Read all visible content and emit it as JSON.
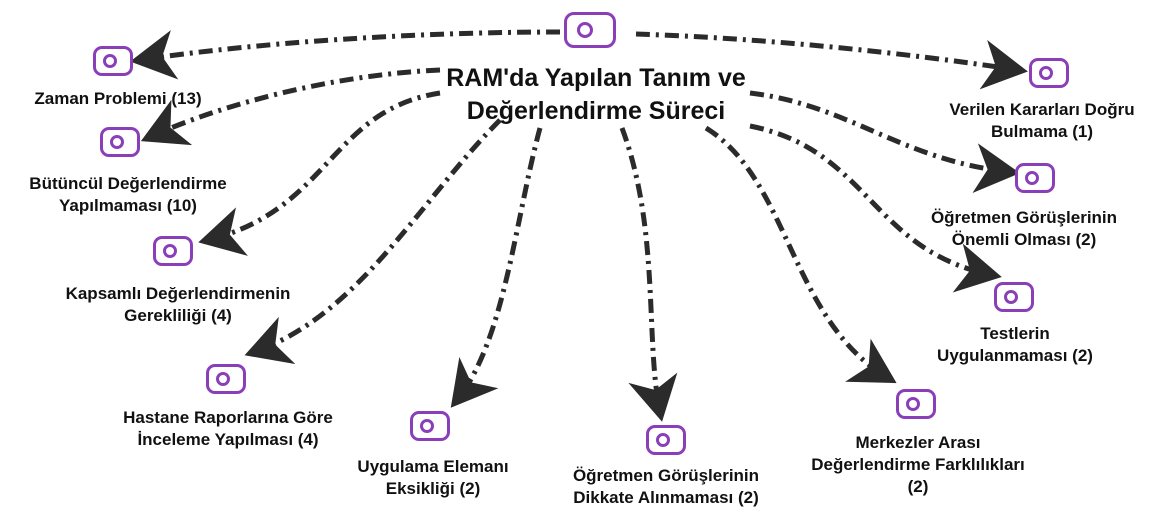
{
  "diagram": {
    "center": {
      "title_line1": "RAM'da Yapılan Tanım ve",
      "title_line2": "Değerlendirme Süreci",
      "icon": "tag-circle-icon"
    },
    "nodes": [
      {
        "id": "zaman",
        "lines": [
          "Zaman Problemi  (13)"
        ],
        "icon": "tag-circle-icon"
      },
      {
        "id": "butuncul",
        "lines": [
          "Bütüncül Değerlendirme",
          "Yapılmaması (10)"
        ],
        "icon": "tag-circle-icon"
      },
      {
        "id": "kapsamli",
        "lines": [
          "Kapsamlı Değerlendirmenin",
          "Gerekliliği (4)"
        ],
        "icon": "tag-circle-icon"
      },
      {
        "id": "hastane",
        "lines": [
          "Hastane Raporlarına Göre",
          "İnceleme Yapılması (4)"
        ],
        "icon": "tag-circle-icon"
      },
      {
        "id": "uygulama",
        "lines": [
          "Uygulama Elemanı",
          "Eksikliği (2)"
        ],
        "icon": "tag-circle-icon"
      },
      {
        "id": "ogretmen-dikkate",
        "lines": [
          "Öğretmen Görüşlerinin",
          "Dikkate Alınmaması (2)"
        ],
        "icon": "tag-circle-icon"
      },
      {
        "id": "merkezler",
        "lines": [
          "Merkezler Arası",
          "Değerlendirme Farklılıkları",
          "(2)"
        ],
        "icon": "tag-circle-icon"
      },
      {
        "id": "testlerin",
        "lines": [
          "Testlerin",
          "Uygulanmaması (2)"
        ],
        "icon": "tag-circle-icon"
      },
      {
        "id": "ogretmen-onemli",
        "lines": [
          "Öğretmen Görüşlerinin",
          "Önemli Olması (2)"
        ],
        "icon": "tag-circle-icon"
      },
      {
        "id": "verilen",
        "lines": [
          "Verilen Kararları Doğru",
          "Bulmama (1)"
        ],
        "icon": "tag-circle-icon"
      }
    ]
  },
  "colors": {
    "icon_stroke": "#8a3fb8",
    "arrow": "#2b2b2b",
    "text": "#111111"
  }
}
